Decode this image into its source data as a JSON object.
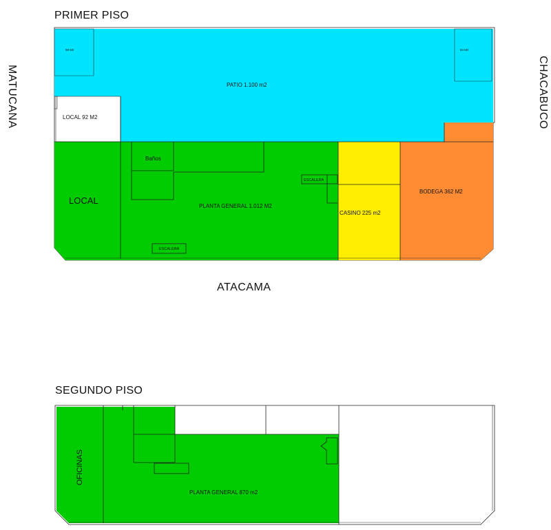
{
  "floors": {
    "first": {
      "title": "PRIMER PISO",
      "rooms": {
        "patio": "PATIO 1.100 m2",
        "local_92": "LOCAL 92 M2",
        "local": "LOCAL",
        "banos": "Baños",
        "planta_general": "PLANTA GENERAL 1.012 M2",
        "casino": "CASINO 225 m2",
        "bodega": "BODEGA 362 M2",
        "corner_left": "98 M2",
        "corner_right": "84 M2",
        "escalera_1": "ESCALERA",
        "escalera_2": "ESCALERA"
      }
    },
    "second": {
      "title": "SEGUNDO PISO",
      "rooms": {
        "oficinas": "OFICINAS",
        "planta_general": "PLANTA GENERAL 870 m2"
      }
    }
  },
  "streets": {
    "west": "MATUCANA",
    "east": "CHACABUCO",
    "south": "ATACAMA"
  },
  "colors": {
    "patio": "#00e5ff",
    "local_pink": "#ff33ff",
    "planta": "#00cc00",
    "casino": "#ffee00",
    "bodega": "#ff8c33",
    "unused": "#ffffff",
    "outline": "#222222"
  }
}
